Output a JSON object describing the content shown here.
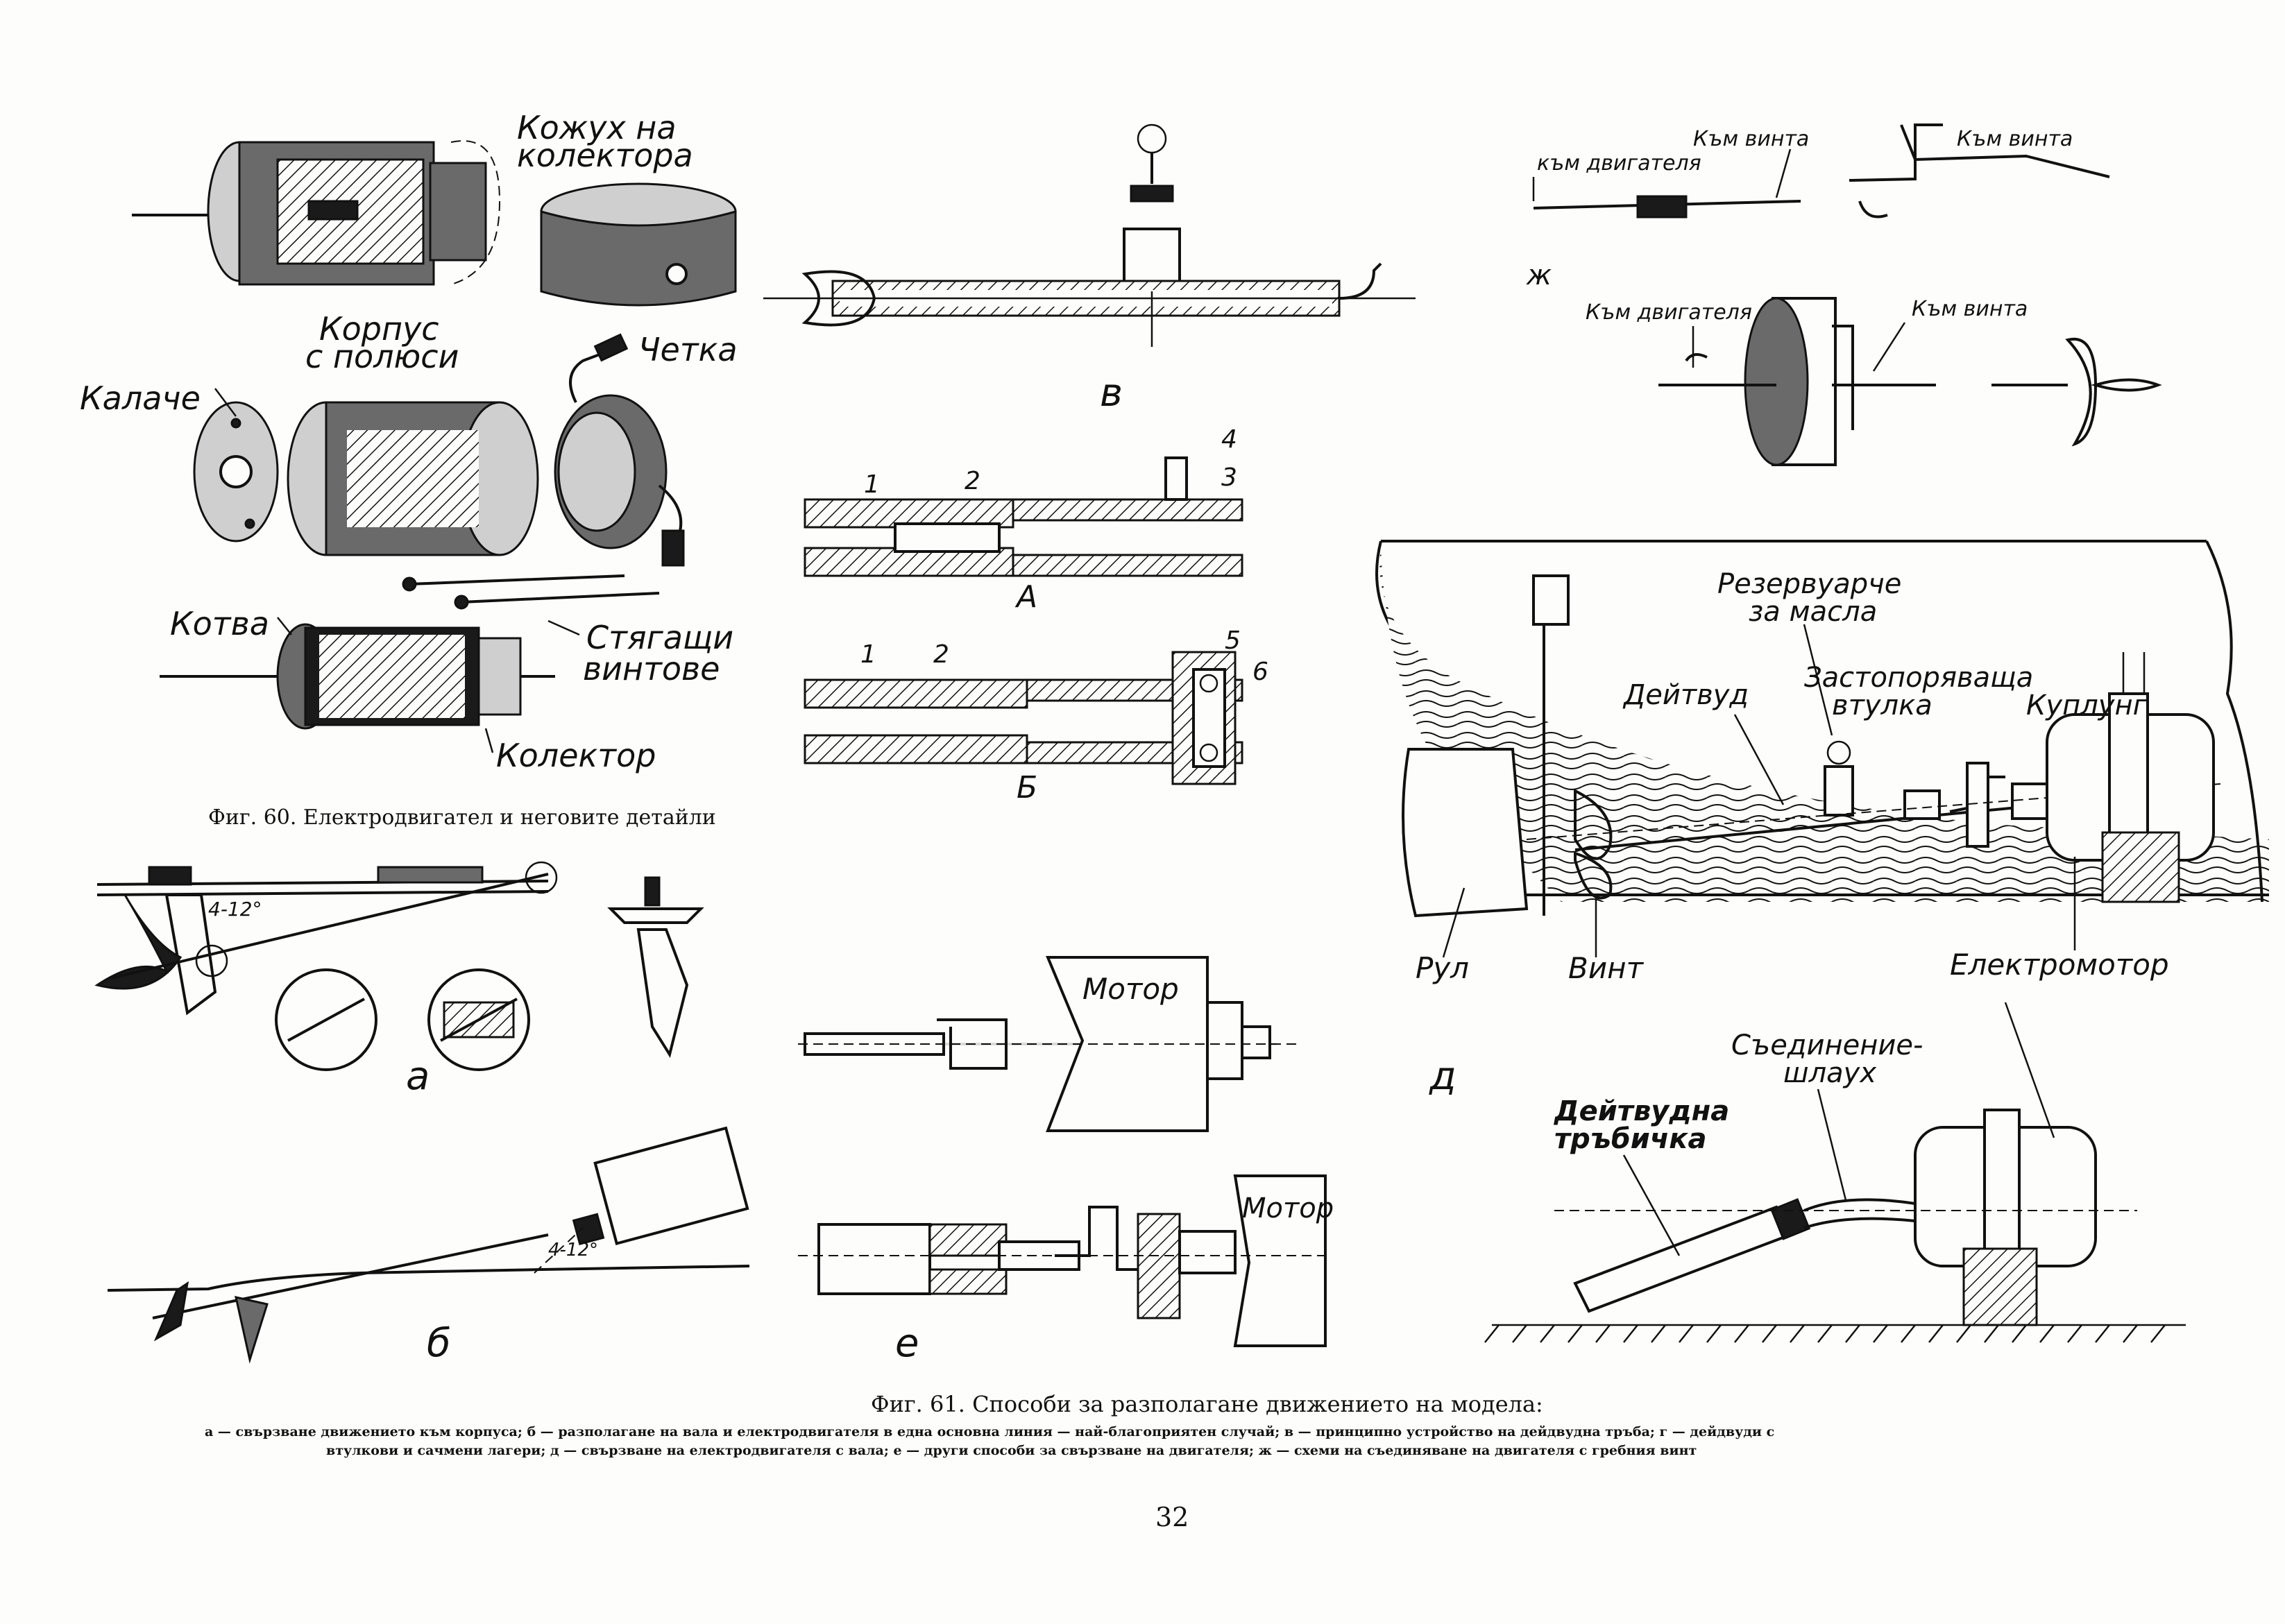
{
  "fig60": {
    "labels": {
      "kozhuh": "Кожух на",
      "kolektora": "колектора",
      "korpus": "Корпус",
      "s_polyusi": "с полюси",
      "chetka": "Четка",
      "kalache": "Калаче",
      "kotva": "Котва",
      "styagashti": "Стягащи",
      "vintove": "винтове",
      "kolektor": "Колектор"
    },
    "caption": "Фиг. 60. Електродвигател и неговите детайли"
  },
  "fig61": {
    "letters": {
      "a": "а",
      "b": "б",
      "v": "в",
      "d": "д",
      "e": "е",
      "zh": "ж",
      "A": "А",
      "B": "Б"
    },
    "angles": {
      "a": "4-12°",
      "b": "4-12°"
    },
    "numbers": {
      "n1": "1",
      "n2": "2",
      "n3": "3",
      "n4": "4",
      "n1b": "1",
      "n2b": "2",
      "n5": "5",
      "n6": "6"
    },
    "zh_labels": {
      "kum_dvigatelya_1": "към двигателя",
      "kum_vinta_1": "Към винта",
      "kum_vinta_2": "Към винта",
      "kum_dvigatelya_2": "Към двигателя",
      "kum_vinta_3": "Към винта"
    },
    "d_labels": {
      "rezervuarche": "Резервуарче",
      "za_masla": "за масла",
      "deytvud": "Дейтвуд",
      "zastopoyavashta": "Застопоряваща",
      "vtulka": "втулка",
      "kuplung": "Куплунг",
      "rul": "Рул",
      "vint": "Винт",
      "elektromotor": "Електромотор"
    },
    "lower_labels": {
      "deytvudna": "Дейтвудна",
      "trubichka": "тръбичка",
      "sedinenie": "Съединение-",
      "shlauh": "шлаух"
    },
    "motor_labels": {
      "motor_1": "Мотор",
      "motor_2": "Мотор"
    },
    "caption": "Фиг. 61. Способи за разполагане движението на модела:",
    "legend_line1": "а — свързване движението към корпуса; б — разполагане на вала и електродвигателя в една основна линия — най-благоприятен случай; в — принципно устройство на дейдвудна тръба; г — дейдвуди с",
    "legend_line2": "втулкови и сачмени лагери; д — свързване на електродвигателя с вала; е — други способи за свързване на двигателя; ж — схеми на съединяване на двигателя с гребния винт"
  },
  "page_number": "32"
}
